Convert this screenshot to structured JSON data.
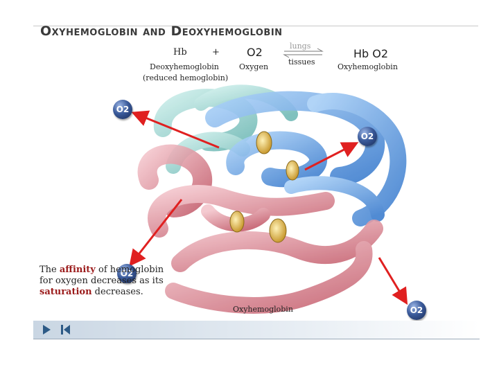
{
  "title": "Oxyhemoglobin and Deoxyhemoglobin",
  "equation": {
    "hb": "Hb",
    "plus": "+",
    "o2": "O2",
    "lungs": "lungs",
    "tissues": "tissues",
    "product": "Hb O2",
    "deoxy_label": "Deoxyhemoglobin",
    "deoxy_sub": "(reduced hemoglobin)",
    "oxygen_label": "Oxygen",
    "oxy_label": "Oxyhemoglobin"
  },
  "molecule_label": "Oxyhemoglobin",
  "o2_badge": "O2",
  "note": {
    "part1": "The ",
    "affinity": "affinity",
    "part2": " of hemoglobin",
    "line2": "for oxygen decreases as its",
    "saturation": "saturation",
    "part3": " decreases."
  },
  "colors": {
    "arrow": "#e02020",
    "blue_subunit": "#5b9be0",
    "teal_subunit": "#7cc9c4",
    "red_subunit": "#d9707d",
    "heme": "#e8c060"
  },
  "nav": {
    "play": "play-icon",
    "first": "skip-to-start-icon"
  }
}
